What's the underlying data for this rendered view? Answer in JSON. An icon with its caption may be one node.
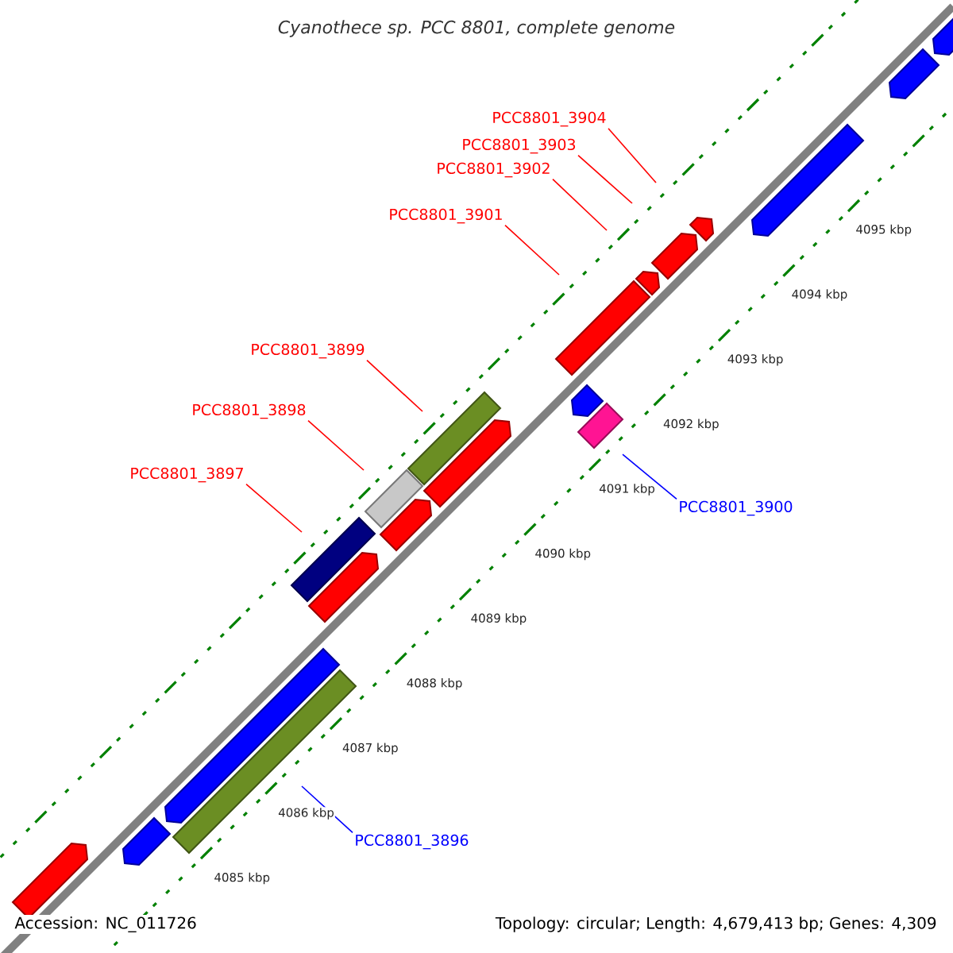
{
  "diagram": {
    "title": "Cyanothece sp. PCC 8801, complete genome",
    "nodes": [
      {
        "text": [
          "PCC8801_3904"
        ]
      },
      {
        "text": [
          "PCC8801_3903"
        ]
      },
      {
        "text": [
          "PCC8801_3902"
        ]
      },
      {
        "text": [
          "PCC8801_3901"
        ]
      },
      {
        "text": [
          "PCC8801_3899"
        ]
      },
      {
        "text": [
          "PCC8801_3898"
        ]
      },
      {
        "text": [
          "PCC8801_3897"
        ]
      },
      {
        "text": [
          "PCC8801_3900"
        ]
      },
      {
        "text": [
          "PCC8801_3896"
        ]
      }
    ],
    "edges": [
      {
        "from": 0,
        "to": null,
        "arrow": "none"
      },
      {
        "from": 1,
        "to": null,
        "arrow": "none"
      },
      {
        "from": 2,
        "to": null,
        "arrow": "none"
      },
      {
        "from": 3,
        "to": null,
        "arrow": "none"
      },
      {
        "from": 4,
        "to": null,
        "arrow": "none"
      },
      {
        "from": 5,
        "to": null,
        "arrow": "none"
      },
      {
        "from": 6,
        "to": null,
        "arrow": "none"
      },
      {
        "from": 7,
        "to": null,
        "arrow": "none",
        "color": "#0000ff"
      },
      {
        "from": 8,
        "to": null,
        "arrow": "none",
        "color": "#0000ff"
      }
    ],
    "labels": [
      "4095 kbp",
      "4094 kbp",
      "4093 kbp",
      "4092 kbp",
      "4091 kbp",
      "4090 kbp",
      "4089 kbp",
      "4088 kbp",
      "4087 kbp",
      "4086 kbp",
      "4085 kbp",
      "Accession: NC_011726",
      "Topology: circular; Length: 4,679,413 bp; Genes: 4,309"
    ]
  }
}
